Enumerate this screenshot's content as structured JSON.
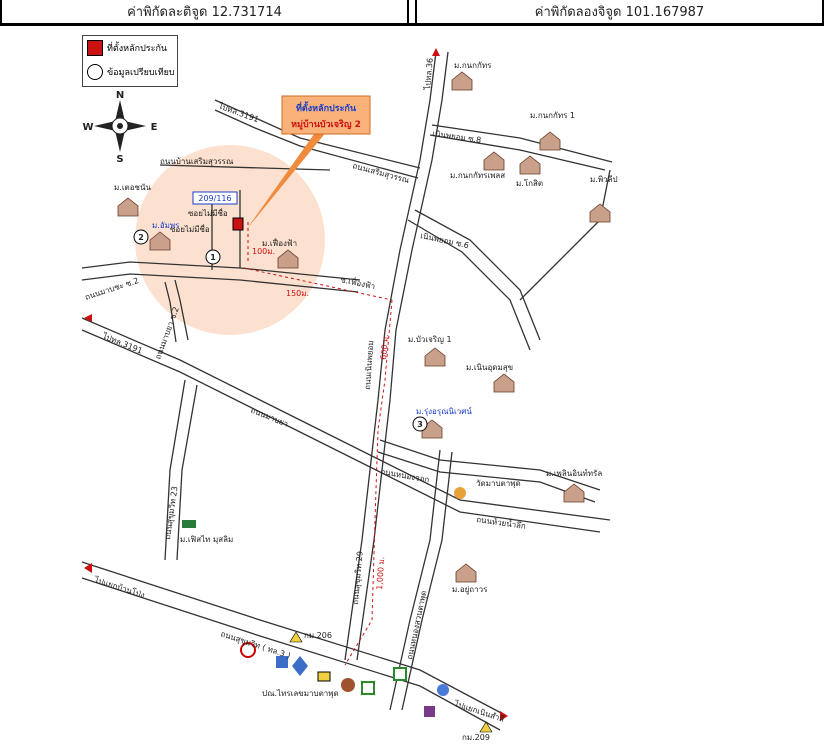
{
  "coords": {
    "lat_label": "ค่าพิกัดละติจูด 12.731714",
    "lon_label": "ค่าพิกัดลองจิจูด 101.167987"
  },
  "legend": {
    "collateral": "ที่ตั้งหลักประกัน",
    "comparison": "ข้อมูลเปรียบเทียบ"
  },
  "compass": {
    "n": "N",
    "s": "S",
    "e": "E",
    "w": "W"
  },
  "callout": {
    "line1": "ที่ตั้งหลักประกัน",
    "line2": "หมู่บ้านบัวเจริญ 2"
  },
  "house_number": "209/116",
  "markers": [
    "1",
    "2",
    "3"
  ],
  "distances": {
    "d100": "100ม.",
    "d150": "150ม.",
    "d600": "600 ม.",
    "d1000": "1,000 ม."
  },
  "labels": {
    "to_3191_top": "ไปทล.3191",
    "to_36": "ไปทล.36",
    "rd_bansermsuk": "ถนนบ้านเสริมสุวรรณ",
    "rd_sermsuwan": "ถนนเสริมสุวรรณ",
    "soi_nomname1": "ซอยไม่มีชื่อ",
    "soi_nomname2": "ซอยไม่มีชื่อ",
    "rd_nongmaplak2": "ถนนมาบชะ ซ.2",
    "rd_maplakcha2": "ถนนมาบยา ซ.2",
    "to_3191_left": "ไปทล.3191",
    "rd_mapya": "ถนนมาบยา",
    "soi_fuengfa": "ซ.เฟื่องฟ้า",
    "rd_nernphayom": "ถนนเนินพยอม",
    "nernphayom6": "เนินพยอม ซ.6",
    "nernphayom8": "เนินพยอม ซ.8",
    "rd_nongkhrua": "ถนนหนองจอก",
    "rd_huaynamlak": "ถนนห้วยน้ำลึก",
    "rd_sukhumvit23": "ถนนสุขุมวิท 23",
    "rd_sukhumvit29": "ถนนสุขุมวิท 29",
    "rd_mapnangtatphut": "ถนนหนองสวนตาพุด",
    "to_left": "ไปแยกบ้านโป่ง",
    "rd_sukhumvit3": "ถนนสุขุมวิท ( ทล.3 )",
    "km206": "กม.206",
    "to_right": "ไปแยกเนินสำลี",
    "km209": "กม.209",
    "post_office": "ปณ.ไทรเลขมาบตาพุด",
    "temple": "วัดมาบตาพุด"
  },
  "villages": {
    "kanokkhon": "ม.กนกกัทร",
    "kanokphat1": "ม.กนกกัทร 1",
    "kanokphat_paradise": "ม.กนกกัทรเพลส",
    "kosit": "ม.โกสิต",
    "phiwalip": "ม.พิวลีป",
    "tavanchon": "ม.เตอชนัน",
    "ampron": "ม.อัมพร",
    "fuengfa": "ม.เฟื่องฟ้า",
    "buacharoen1": "ม.บัวเจริญ 1",
    "nernudomsuk": "ม.เนินอุดมสุข",
    "rungaroon": "ม.รุ่งอรุณนิเวศน์",
    "phetchinda": "ม.เพลินอินท์ทรัล",
    "hidekhai": "ม.เฟิสไท มุสลิม",
    "ayutthaya": "ม.อยู่ถาวร"
  }
}
